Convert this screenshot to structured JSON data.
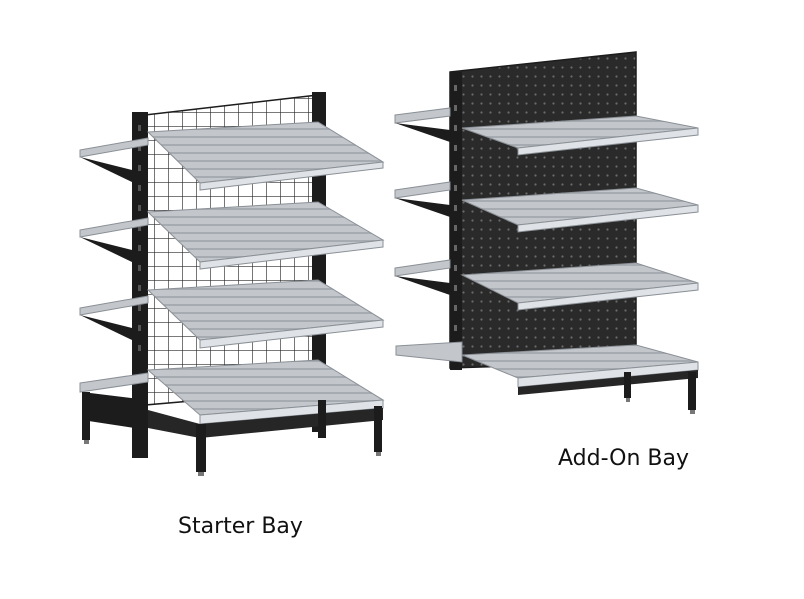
{
  "captions": {
    "starter": "Starter Bay",
    "addon": "Add-On Bay"
  },
  "colors": {
    "frame": "#1c1c1c",
    "panel": "#2a2a2a",
    "shelf_top": "#b9bdc2",
    "shelf_edge": "#8a9096",
    "shelf_front": "#dfe3e7",
    "wire": "#2b2b2b"
  },
  "starter_bay": {
    "shelf_count": 4,
    "back_type": "wire-grid"
  },
  "addon_bay": {
    "shelf_count": 4,
    "back_type": "pegboard"
  }
}
